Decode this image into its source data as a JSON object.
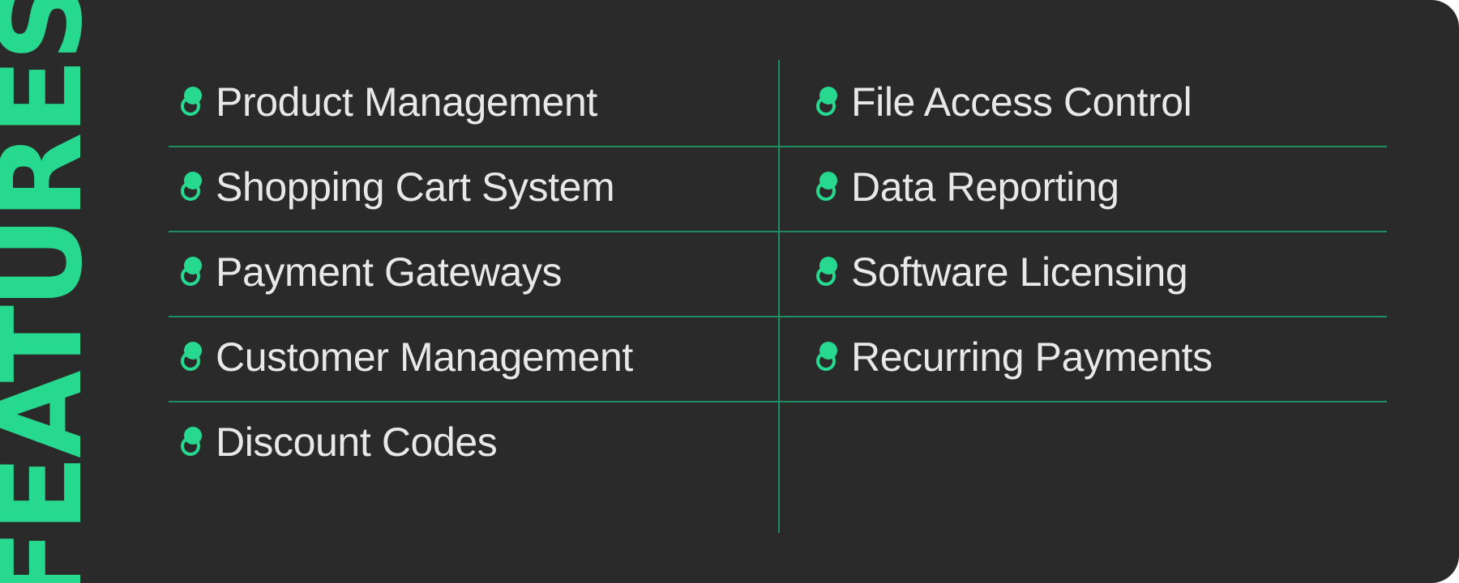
{
  "heading": "FEATURES",
  "colors": {
    "background": "#2a2a2a",
    "accent": "#26d98f",
    "divider": "#1f8e63",
    "text": "#e8e8e8"
  },
  "icon": "green-overlapping-circles-icon",
  "features": {
    "left": [
      {
        "label": "Product Management"
      },
      {
        "label": "Shopping Cart System"
      },
      {
        "label": "Payment Gateways"
      },
      {
        "label": "Customer Management"
      },
      {
        "label": "Discount Codes"
      }
    ],
    "right": [
      {
        "label": "File Access Control"
      },
      {
        "label": "Data Reporting"
      },
      {
        "label": "Software Licensing"
      },
      {
        "label": "Recurring Payments"
      }
    ]
  }
}
